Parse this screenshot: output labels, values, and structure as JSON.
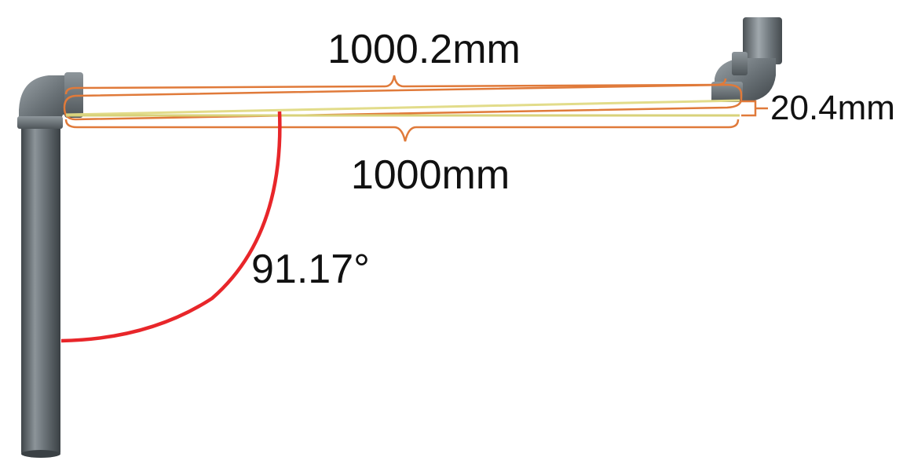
{
  "labels": {
    "slope_length": "1000.2mm",
    "horizontal_length": "1000mm",
    "rise": "20.4mm",
    "angle": "91.17°"
  },
  "colors": {
    "pipe_dark": "#4a5054",
    "pipe_mid": "#6e767b",
    "pipe_light": "#9aa2a7",
    "pipe_highlight": "#c3c9cc",
    "dimension_orange": "#e07a3a",
    "reference_line_yellow": "#e2dc8a",
    "angle_arc_red": "#e8262a",
    "text": "#111111"
  }
}
